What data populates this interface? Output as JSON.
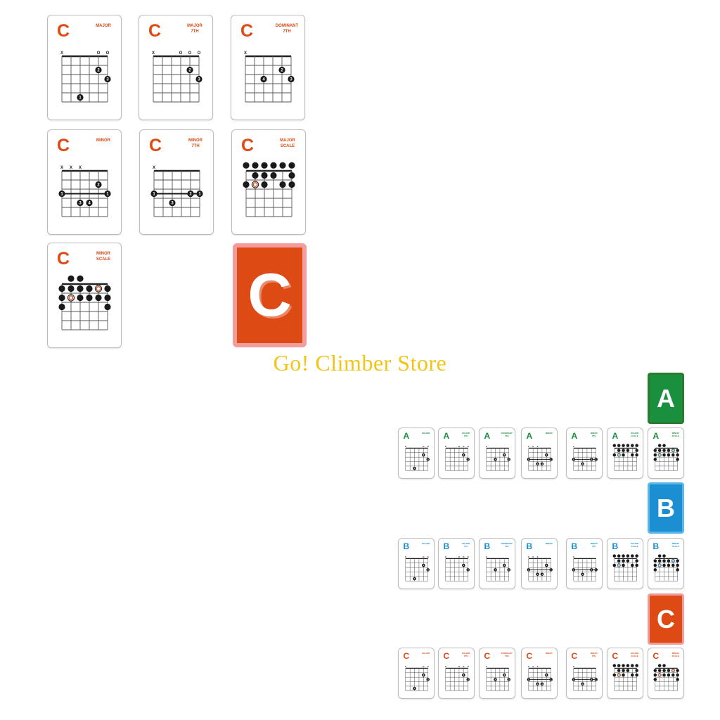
{
  "store_name": "Go! Climber Store",
  "colors": {
    "A": "#1a8f3e",
    "B": "#1b8fd2",
    "C": "#dd4a14",
    "C_border": "#f29c9c",
    "A_border": "#2a7c2f",
    "B_border": "#5bb6ea"
  },
  "featured": {
    "letter": "C",
    "cover_letter": "C",
    "cards": [
      {
        "id": "major",
        "name": "MAJOR",
        "markers": [
          "X",
          "",
          "",
          "",
          "O",
          "O"
        ],
        "dots": [
          [
            2,
            5,
            "1"
          ],
          [
            4,
            2,
            "2"
          ],
          [
            5,
            3,
            "3"
          ]
        ],
        "barre": null
      },
      {
        "id": "major-7th",
        "name": "MAJOR\n7th",
        "markers": [
          "X",
          "",
          "",
          "O",
          "O",
          "O"
        ],
        "dots": [
          [
            4,
            2,
            "2"
          ],
          [
            5,
            3,
            "3"
          ]
        ],
        "barre": null
      },
      {
        "id": "dominant-7th",
        "name": "DOMINANT\n7th",
        "markers": [
          "X",
          "",
          "",
          "",
          "",
          ""
        ],
        "dots": [
          [
            4,
            2,
            "2"
          ],
          [
            5,
            3,
            "3"
          ],
          [
            2,
            3,
            "4"
          ]
        ],
        "barre": null
      },
      {
        "id": "minor",
        "name": "MINOR",
        "markers": [
          "X",
          "X",
          "X",
          "",
          "",
          ""
        ],
        "dots": [
          [
            4,
            2,
            "2"
          ],
          [
            2,
            4,
            "3"
          ],
          [
            3,
            4,
            "4"
          ]
        ],
        "barre": [
          3,
          0,
          5,
          "1",
          "1"
        ]
      },
      {
        "id": "minor-7th",
        "name": "MINOR\n7th",
        "markers": [
          "X",
          "",
          "",
          "",
          "",
          ""
        ],
        "dots": [
          [
            4,
            3,
            "2"
          ],
          [
            2,
            4,
            "3"
          ]
        ],
        "barre": [
          3,
          0,
          5,
          "1",
          "1"
        ]
      },
      {
        "id": "major-scale",
        "name": "MAJOR\nSCALE",
        "scale": true,
        "rows": [
          [
            0,
            1,
            2,
            3,
            4,
            5
          ],
          [
            1,
            2,
            3,
            5
          ],
          [
            0,
            1,
            2,
            4,
            5
          ]
        ],
        "root": [
          [
            4,
            1
          ],
          [
            1,
            2
          ]
        ]
      },
      {
        "id": "minor-scale",
        "name": "MINOR\nSCALE",
        "scale": true,
        "rows": [
          [
            1,
            2
          ],
          [
            0,
            1,
            2,
            3,
            4,
            5
          ],
          [
            0,
            1,
            2,
            3,
            4,
            5
          ],
          [
            0,
            5
          ]
        ],
        "root": [
          [
            4,
            1
          ],
          [
            1,
            2
          ]
        ]
      }
    ]
  },
  "rows": [
    {
      "letter": "A",
      "cover_letter": "A",
      "names": [
        "MAJOR",
        "MAJOR\n7th",
        "DOMINANT\n7th",
        "MINOR",
        "MINOR\n7th",
        "MAJOR\nSCALE",
        "MINOR\nSCALE"
      ]
    },
    {
      "letter": "B",
      "cover_letter": "B",
      "names": [
        "MAJOR",
        "MAJOR\n7th",
        "DOMINANT\n7th",
        "MINOR",
        "MINOR\n7th",
        "MAJOR\nSCALE",
        "MINOR\nSCALE"
      ]
    },
    {
      "letter": "C",
      "cover_letter": "C",
      "names": [
        "MAJOR",
        "MAJOR\n7th",
        "DOMINANT\n7th",
        "MINOR",
        "MINOR\n7th",
        "MAJOR\nSCALE",
        "MINOR\nSCALE"
      ]
    }
  ]
}
